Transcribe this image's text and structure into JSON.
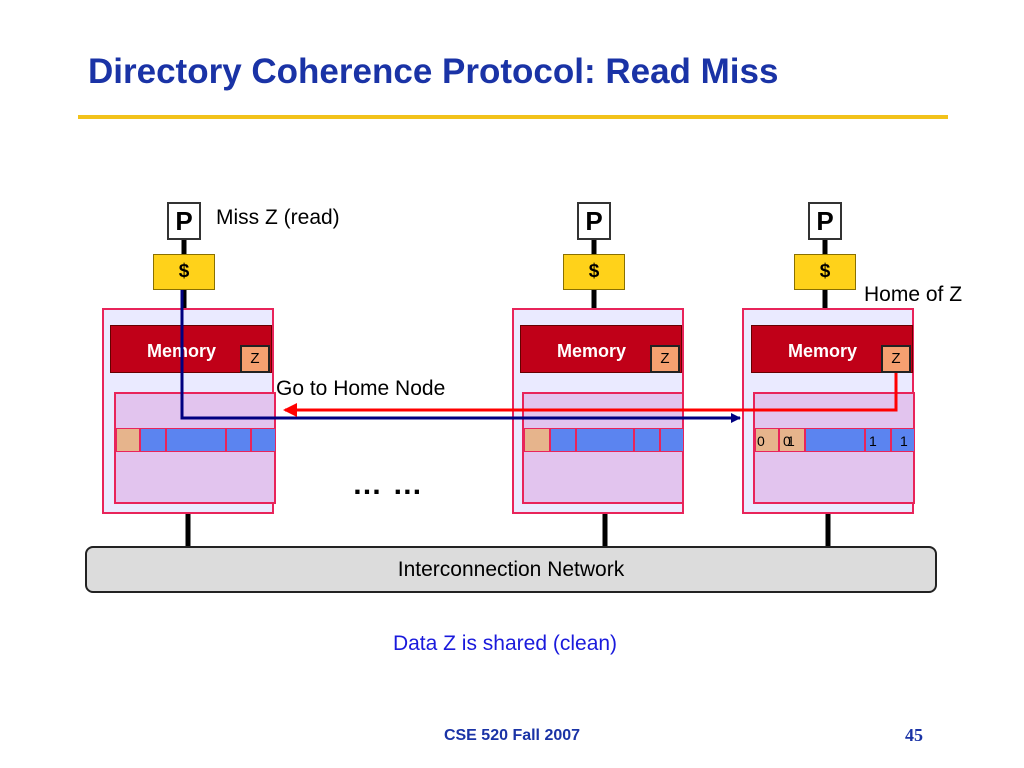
{
  "slide": {
    "title": "Directory Coherence Protocol: Read Miss",
    "footer": "CSE 520 Fall 2007",
    "page_number": "45",
    "caption": "Data Z is shared (clean)"
  },
  "nodes": [
    {
      "processor": "P",
      "cache": "$",
      "memory": "Memory",
      "block": "Z"
    },
    {
      "processor": "P",
      "cache": "$",
      "memory": "Memory",
      "block": "Z"
    },
    {
      "processor": "P",
      "cache": "$",
      "memory": "Memory",
      "block": "Z",
      "directory_bits": [
        "0",
        "0",
        "1",
        "1",
        "1"
      ]
    }
  ],
  "annotations": {
    "miss": "Miss Z (read)",
    "home": "Home of Z",
    "go_home": "Go to Home Node",
    "ellipsis": "… …"
  },
  "network": {
    "label": "Interconnection Network"
  },
  "colors": {
    "title": "#1a33a6",
    "memory": "#c00018",
    "cache": "#ffd21a",
    "request_arrow": "#000080",
    "reply_arrow": "#ff0000",
    "caption": "#1a1adc"
  }
}
